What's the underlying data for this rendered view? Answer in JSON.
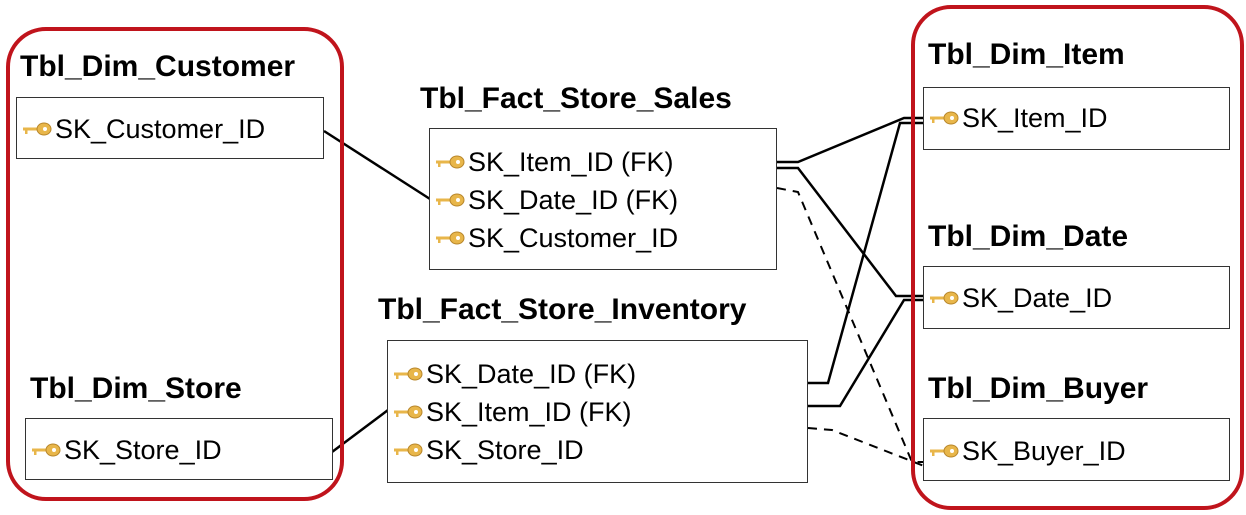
{
  "colors": {
    "group_border": "#c0141c",
    "key_icon": "#e8b64a",
    "line": "#000000"
  },
  "icons": {
    "field_key": "key-icon"
  },
  "tables": {
    "dim_customer": {
      "title": "Tbl_Dim_Customer",
      "fields": [
        "SK_Customer_ID"
      ]
    },
    "dim_store": {
      "title": "Tbl_Dim_Store",
      "fields": [
        "SK_Store_ID"
      ]
    },
    "fact_sales": {
      "title": "Tbl_Fact_Store_Sales",
      "fields": [
        "SK_Item_ID (FK)",
        "SK_Date_ID (FK)",
        "SK_Customer_ID"
      ]
    },
    "fact_inventory": {
      "title": "Tbl_Fact_Store_Inventory",
      "fields": [
        "SK_Date_ID (FK)",
        "SK_Item_ID (FK)",
        "SK_Store_ID"
      ]
    },
    "dim_item": {
      "title": "Tbl_Dim_Item",
      "fields": [
        "SK_Item_ID"
      ]
    },
    "dim_date": {
      "title": "Tbl_Dim_Date",
      "fields": [
        "SK_Date_ID"
      ]
    },
    "dim_buyer": {
      "title": "Tbl_Dim_Buyer",
      "fields": [
        "SK_Buyer_ID"
      ]
    }
  },
  "relationships": [
    {
      "from": "dim_customer.SK_Customer_ID",
      "to": "fact_sales.SK_Date_ID (FK)",
      "style": "solid"
    },
    {
      "from": "fact_sales.SK_Item_ID (FK)",
      "to": "dim_item.SK_Item_ID",
      "style": "solid"
    },
    {
      "from": "fact_sales.SK_Item_ID (FK)",
      "to": "dim_date.SK_Date_ID",
      "style": "solid"
    },
    {
      "from": "fact_sales",
      "to": "dim_buyer.SK_Buyer_ID",
      "style": "dashed"
    },
    {
      "from": "dim_store.SK_Store_ID",
      "to": "fact_inventory.SK_Item_ID (FK)",
      "style": "solid"
    },
    {
      "from": "fact_inventory.SK_Date_ID (FK)",
      "to": "dim_item.SK_Item_ID",
      "style": "solid"
    },
    {
      "from": "fact_inventory.SK_Item_ID (FK)",
      "to": "dim_date.SK_Date_ID",
      "style": "solid"
    },
    {
      "from": "fact_inventory",
      "to": "dim_buyer.SK_Buyer_ID",
      "style": "dashed"
    }
  ]
}
